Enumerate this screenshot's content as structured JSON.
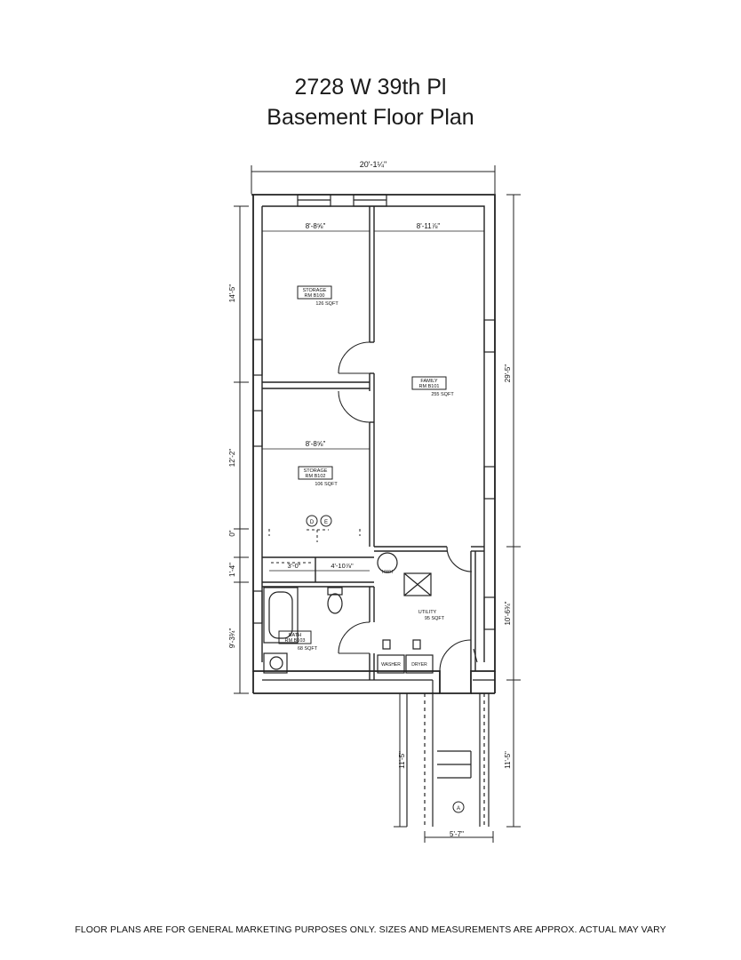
{
  "header": {
    "address": "2728 W 39th Pl",
    "subtitle": "Basement Floor Plan"
  },
  "dimensions": {
    "overall_width": "20'-1¼\"",
    "storage_b100_width": "8'-8⅝\"",
    "family_width": "8'-11⅞\"",
    "storage_b102_width": "8'-8⅝\"",
    "left_upper": "14'-5\"",
    "left_middle": "12'-2\"",
    "left_small": "0\"",
    "left_hall": "1'-4\"",
    "left_bath": "9'-3¾\"",
    "right_main": "29'-5\"",
    "right_lower": "10'-6¾\"",
    "closet_a": "3'-0\"",
    "closet_b": "4'-10⅞\"",
    "stair_left": "11'-5\"",
    "stair_right": "11'-5\"",
    "stair_width": "5'-7\""
  },
  "rooms": {
    "storage_b100": {
      "name": "STORAGE",
      "number": "RM B100",
      "area": "126 SQFT"
    },
    "family_b101": {
      "name": "FAMILY",
      "number": "RM B101",
      "area": "255 SQFT"
    },
    "storage_b102": {
      "name": "STORAGE",
      "number": "RM B102",
      "area": "106 SQFT"
    },
    "utility": {
      "name": "UTILITY",
      "area": "95 SQFT"
    },
    "bath_b103": {
      "name": "BATH",
      "number": "RM B103",
      "area": "68 SQFT"
    }
  },
  "fixtures": {
    "water_heater": "HWH",
    "washer": "WASHER",
    "dryer": "DRYER",
    "tag_d": "D",
    "tag_e": "E",
    "tag_a": "A"
  },
  "footer": {
    "disclaimer": "FLOOR PLANS ARE FOR GENERAL MARKETING PURPOSES ONLY. SIZES AND MEASUREMENTS ARE APPROX. ACTUAL MAY VARY"
  }
}
